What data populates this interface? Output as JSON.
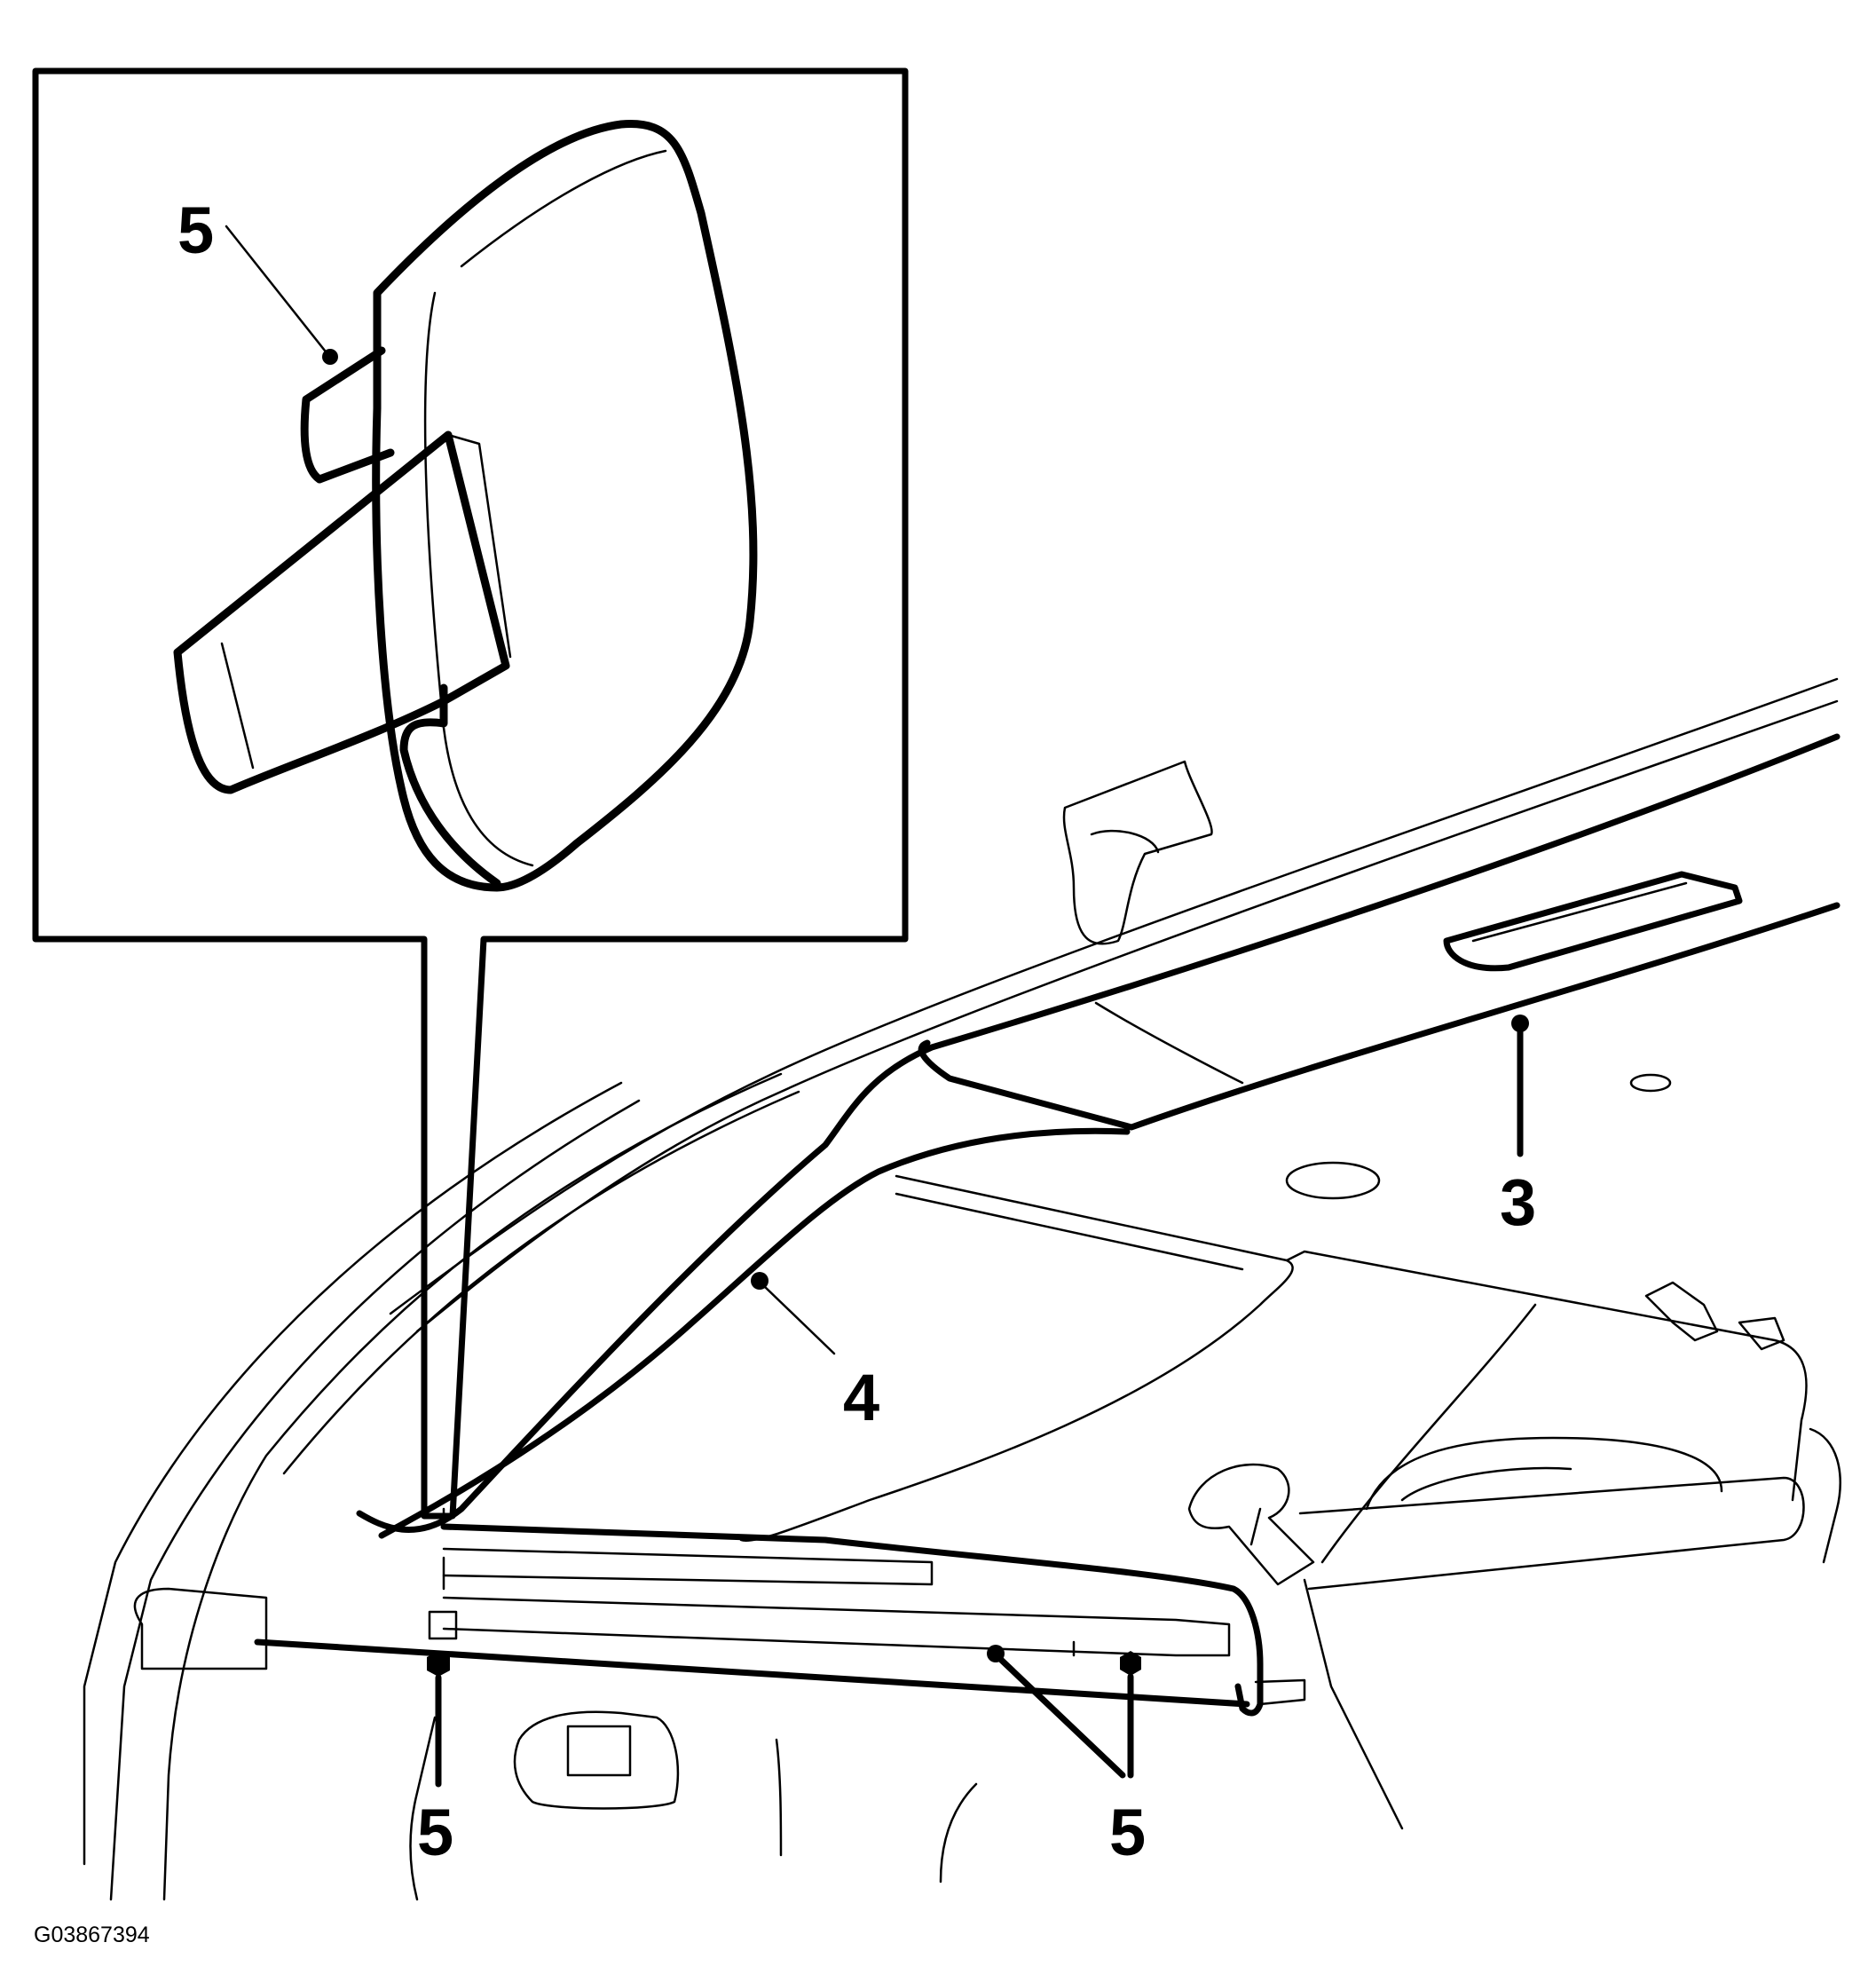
{
  "figure_id": "G03867394",
  "callouts": {
    "inset_mirror": "5",
    "headliner": "3",
    "windshield": "4",
    "lower_left": "5",
    "lower_right": "5"
  },
  "colors": {
    "ink": "#000000",
    "background": "#ffffff"
  }
}
